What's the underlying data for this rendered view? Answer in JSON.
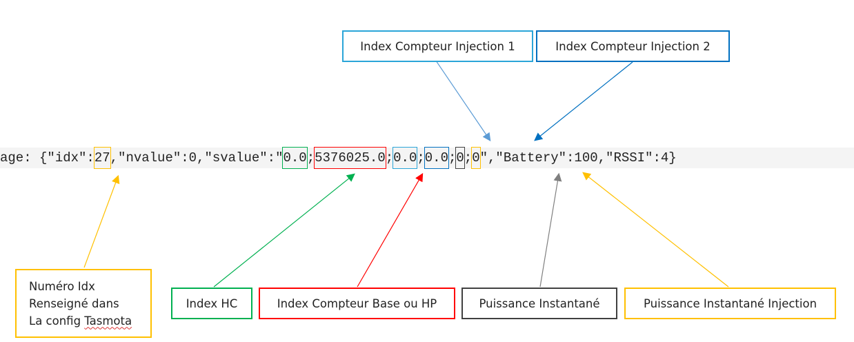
{
  "code": {
    "prefix": "age: {\"idx\":",
    "idx_value": "27",
    "mid1": ",\"nvalue\":0,\"svalue\":\"",
    "hc_value": "0.0",
    "sep1": ";",
    "hp_value": "5376025.0",
    "sep2": ";",
    "inj1_value": "0.0",
    "sep3": ";",
    "inj2_value": "0.0",
    "sep4": ";",
    "power_value": "0",
    "sep5": ";",
    "power_inj_value": "0",
    "suffix": "\",\"Battery\":100,\"RSSI\":4}"
  },
  "labels": {
    "idx_line1": "Numéro Idx",
    "idx_line2": "Renseigné dans",
    "idx_line3a": "La config ",
    "idx_line3b": "Tasmota",
    "hc": "Index HC",
    "hp": "Index Compteur Base ou HP",
    "power": "Puissance Instantané",
    "power_inj": "Puissance Instantané Injection",
    "inj1": "Index Compteur Injection 1",
    "inj2": "Index Compteur Injection 2"
  },
  "colors": {
    "idx": "#ffc000",
    "hc": "#00b050",
    "hp": "#ff0000",
    "inj1": "#5b9bd5",
    "inj1_box": "#2aa5d8",
    "inj2": "#0070c0",
    "power": "#7f7f7f",
    "power_box": "#404040",
    "power_inj": "#ffc000"
  }
}
